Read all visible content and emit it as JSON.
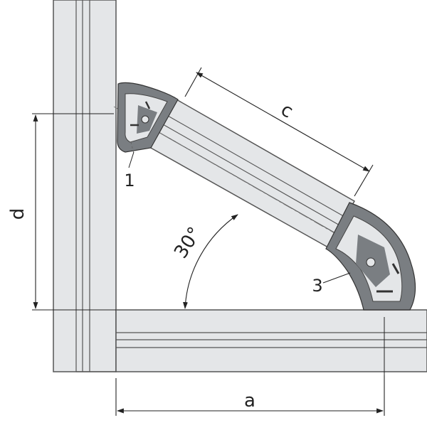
{
  "diagram": {
    "labels": {
      "dim_a": "a",
      "dim_c": "c",
      "dim_d": "d",
      "angle": "30°",
      "part_1": "1",
      "part_3": "3"
    },
    "colors": {
      "profile_fill": "#e4e6e8",
      "profile_stroke": "#555555",
      "connector_fill": "#7a7e82",
      "line": "#222222",
      "background": "#ffffff"
    }
  }
}
